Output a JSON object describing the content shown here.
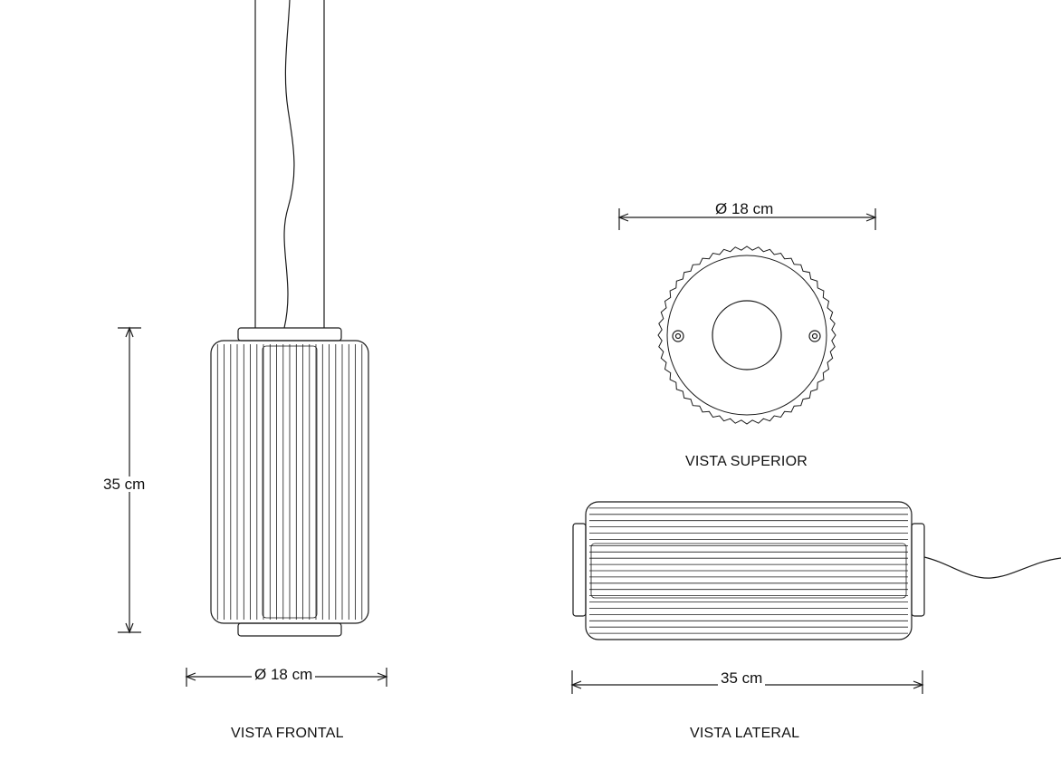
{
  "views": {
    "front": {
      "caption": "VISTA FRONTAL",
      "height_label": "35 cm",
      "width_label": "Ø 18 cm"
    },
    "top": {
      "caption": "VISTA SUPERIOR",
      "width_label": "Ø 18 cm"
    },
    "side": {
      "caption": "VISTA LATERAL",
      "length_label": "35 cm"
    }
  },
  "colors": {
    "line": "#1a1a1a",
    "background": "#ffffff"
  }
}
